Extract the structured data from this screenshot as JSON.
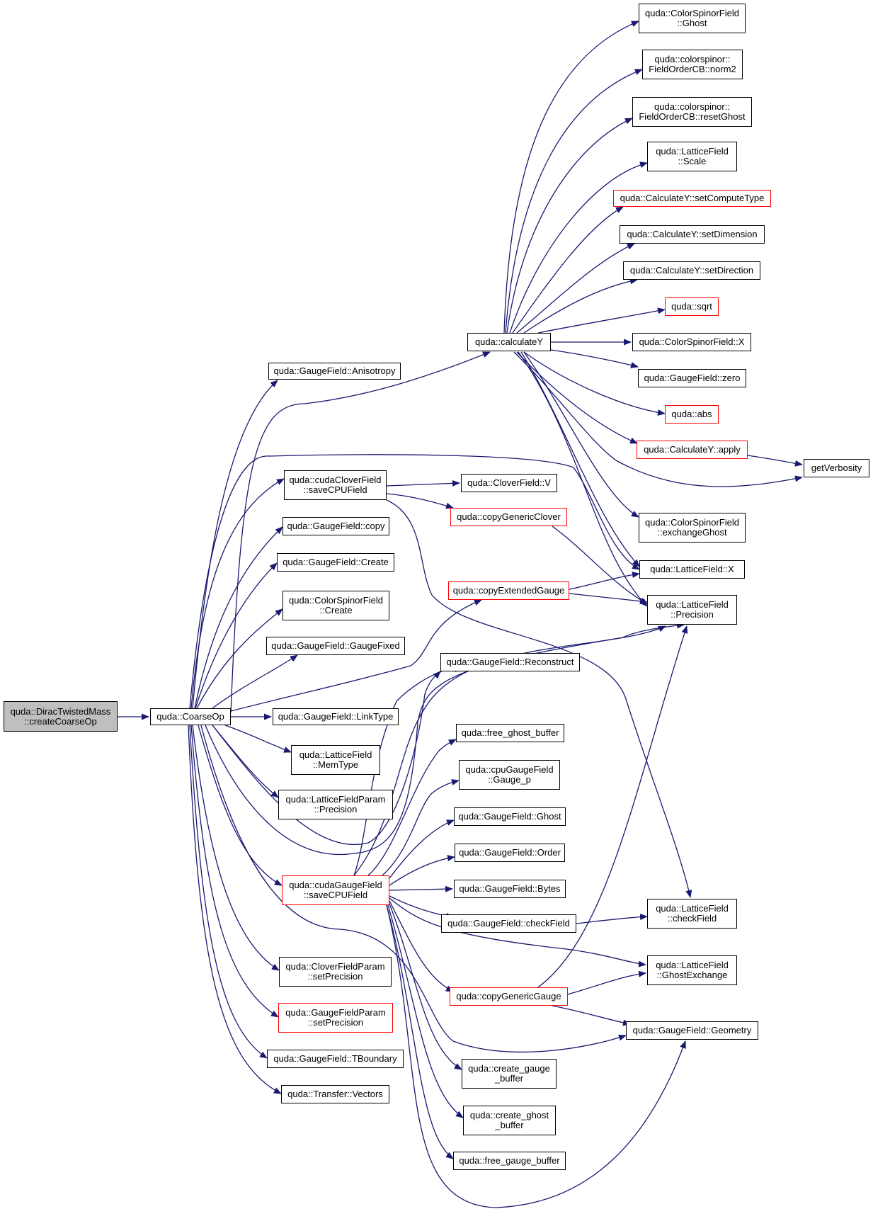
{
  "graph": {
    "colors": {
      "edge": "#191970",
      "node_border": "#000000",
      "incomplete_border": "#ff0000",
      "root_fill": "#bfbfbf"
    },
    "nodes": [
      {
        "id": "root",
        "lines": [
          "quda::DiracTwistedMass",
          "::createCoarseOp"
        ],
        "root": true
      },
      {
        "id": "coarseop",
        "lines": [
          "quda::CoarseOp"
        ]
      },
      {
        "id": "anisotropy",
        "lines": [
          "quda::GaugeField::Anisotropy"
        ]
      },
      {
        "id": "calculatey",
        "lines": [
          "quda::calculateY"
        ]
      },
      {
        "id": "csf_ghost",
        "lines": [
          "quda::ColorSpinorField",
          "::Ghost"
        ]
      },
      {
        "id": "fo_norm2",
        "lines": [
          "quda::colorspinor::",
          "FieldOrderCB::norm2"
        ]
      },
      {
        "id": "fo_resetghost",
        "lines": [
          "quda::colorspinor::",
          "FieldOrderCB::resetGhost"
        ]
      },
      {
        "id": "lf_scale",
        "lines": [
          "quda::LatticeField",
          "::Scale"
        ]
      },
      {
        "id": "cy_setcompute",
        "lines": [
          "quda::CalculateY::setComputeType"
        ],
        "red": true
      },
      {
        "id": "cy_setdim",
        "lines": [
          "quda::CalculateY::setDimension"
        ]
      },
      {
        "id": "cy_setdir",
        "lines": [
          "quda::CalculateY::setDirection"
        ]
      },
      {
        "id": "sqrt",
        "lines": [
          "quda::sqrt"
        ],
        "red": true
      },
      {
        "id": "csf_x",
        "lines": [
          "quda::ColorSpinorField::X"
        ]
      },
      {
        "id": "gf_zero",
        "lines": [
          "quda::GaugeField::zero"
        ]
      },
      {
        "id": "abs",
        "lines": [
          "quda::abs"
        ],
        "red": true
      },
      {
        "id": "cy_apply",
        "lines": [
          "quda::CalculateY::apply"
        ],
        "red": true
      },
      {
        "id": "getverbosity",
        "lines": [
          "getVerbosity"
        ]
      },
      {
        "id": "ccf_savecpu",
        "lines": [
          "quda::cudaCloverField",
          "::saveCPUField"
        ]
      },
      {
        "id": "cf_v",
        "lines": [
          "quda::CloverField::V"
        ]
      },
      {
        "id": "copygenclover",
        "lines": [
          "quda::copyGenericClover"
        ],
        "red": true
      },
      {
        "id": "csf_exghost",
        "lines": [
          "quda::ColorSpinorField",
          "::exchangeGhost"
        ]
      },
      {
        "id": "gf_copy",
        "lines": [
          "quda::GaugeField::copy"
        ]
      },
      {
        "id": "gf_create",
        "lines": [
          "quda::GaugeField::Create"
        ]
      },
      {
        "id": "lf_x",
        "lines": [
          "quda::LatticeField::X"
        ]
      },
      {
        "id": "copyextgauge",
        "lines": [
          "quda::copyExtendedGauge"
        ],
        "red": true
      },
      {
        "id": "lf_precision",
        "lines": [
          "quda::LatticeField",
          "::Precision"
        ]
      },
      {
        "id": "csf_create",
        "lines": [
          "quda::ColorSpinorField",
          "::Create"
        ]
      },
      {
        "id": "gf_gaugefixed",
        "lines": [
          "quda::GaugeField::GaugeFixed"
        ]
      },
      {
        "id": "gf_reconstruct",
        "lines": [
          "quda::GaugeField::Reconstruct"
        ]
      },
      {
        "id": "gf_linktype",
        "lines": [
          "quda::GaugeField::LinkType"
        ]
      },
      {
        "id": "free_ghost",
        "lines": [
          "quda::free_ghost_buffer"
        ]
      },
      {
        "id": "lf_memtype",
        "lines": [
          "quda::LatticeField",
          "::MemType"
        ]
      },
      {
        "id": "cpugf_gaugep",
        "lines": [
          "quda::cpuGaugeField",
          "::Gauge_p"
        ]
      },
      {
        "id": "lfp_precision",
        "lines": [
          "quda::LatticeFieldParam",
          "::Precision"
        ]
      },
      {
        "id": "gf_ghost",
        "lines": [
          "quda::GaugeField::Ghost"
        ]
      },
      {
        "id": "gf_order",
        "lines": [
          "quda::GaugeField::Order"
        ]
      },
      {
        "id": "cgf_savecpu",
        "lines": [
          "quda::cudaGaugeField",
          "::saveCPUField"
        ],
        "red": true
      },
      {
        "id": "gf_bytes",
        "lines": [
          "quda::GaugeField::Bytes"
        ]
      },
      {
        "id": "lf_checkfield",
        "lines": [
          "quda::LatticeField",
          "::checkField"
        ]
      },
      {
        "id": "gf_checkfield",
        "lines": [
          "quda::GaugeField::checkField"
        ]
      },
      {
        "id": "cfp_setprec",
        "lines": [
          "quda::CloverFieldParam",
          "::setPrecision"
        ]
      },
      {
        "id": "lf_ghostex",
        "lines": [
          "quda::LatticeField",
          "::GhostExchange"
        ]
      },
      {
        "id": "copygengauge",
        "lines": [
          "quda::copyGenericGauge"
        ],
        "red": true
      },
      {
        "id": "gfp_setprec",
        "lines": [
          "quda::GaugeFieldParam",
          "::setPrecision"
        ],
        "red": true
      },
      {
        "id": "gf_geometry",
        "lines": [
          "quda::GaugeField::Geometry"
        ]
      },
      {
        "id": "gf_tboundary",
        "lines": [
          "quda::GaugeField::TBoundary"
        ]
      },
      {
        "id": "create_gauge",
        "lines": [
          "quda::create_gauge",
          "_buffer"
        ]
      },
      {
        "id": "transfer_vectors",
        "lines": [
          "quda::Transfer::Vectors"
        ]
      },
      {
        "id": "create_ghost",
        "lines": [
          "quda::create_ghost",
          "_buffer"
        ]
      },
      {
        "id": "free_gauge",
        "lines": [
          "quda::free_gauge_buffer"
        ]
      }
    ]
  }
}
